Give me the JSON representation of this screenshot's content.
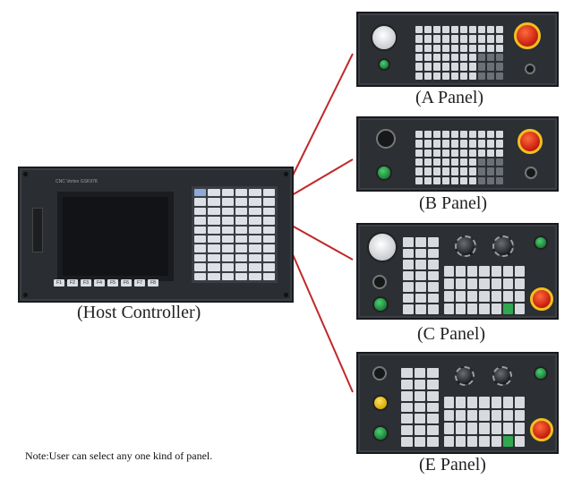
{
  "host": {
    "caption": "(Host Controller)",
    "brand_text": "CNC Vertex GSK978",
    "function_keys": [
      "F1",
      "F2",
      "F3",
      "F4",
      "F5",
      "F6",
      "F7",
      "F8"
    ]
  },
  "panels": [
    {
      "id": "A",
      "caption": "(A Panel)"
    },
    {
      "id": "B",
      "caption": "(B Panel)"
    },
    {
      "id": "C",
      "caption": "(C Panel)"
    },
    {
      "id": "E",
      "caption": "(E Panel)"
    }
  ],
  "note": "Note:User can select any one kind of panel.",
  "colors": {
    "connector": "#c0282a",
    "panel_body": "#2c2f33",
    "estop": "#c41a10",
    "start_button": "#2fa84f",
    "feed_hold_button": "#f1c40f"
  }
}
